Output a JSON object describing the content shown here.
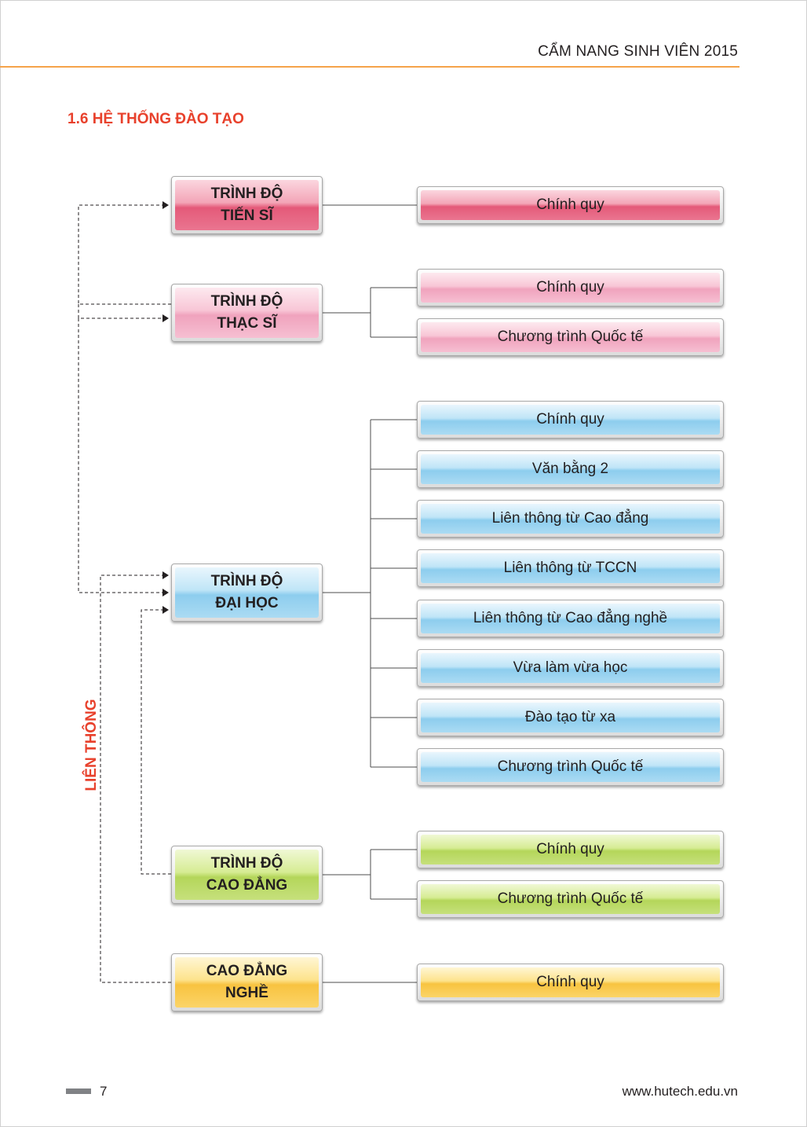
{
  "header": {
    "title": "CẨM NANG SINH VIÊN 2015"
  },
  "section": {
    "title": "1.6 HỆ THỐNG ĐÀO TẠO"
  },
  "side_label": "LIÊN THÔNG",
  "levels": {
    "tien_si": {
      "line1": "TRÌNH ĐỘ",
      "line2": "TIẾN SĨ"
    },
    "thac_si": {
      "line1": "TRÌNH ĐỘ",
      "line2": "THẠC SĨ"
    },
    "dai_hoc": {
      "line1": "TRÌNH ĐỘ",
      "line2": "ĐẠI HỌC"
    },
    "cao_dang": {
      "line1": "TRÌNH ĐỘ",
      "line2": "CAO ĐẲNG"
    },
    "cao_dang_nghe": {
      "line1": "CAO ĐẲNG",
      "line2": "NGHỀ"
    }
  },
  "programs": {
    "tien_si": [
      "Chính quy"
    ],
    "thac_si": [
      "Chính quy",
      "Chương trình Quốc tế"
    ],
    "dai_hoc": [
      "Chính quy",
      "Văn bằng 2",
      "Liên thông từ Cao đẳng",
      "Liên thông từ TCCN",
      "Liên thông từ Cao đẳng nghề",
      "Vừa làm vừa học",
      "Đào tạo từ xa",
      "Chương trình Quốc tế"
    ],
    "cao_dang": [
      "Chính quy",
      "Chương trình Quốc tế"
    ],
    "cao_dang_nghe": [
      "Chính quy"
    ]
  },
  "colors": {
    "accent_red": "#e8412c",
    "header_rule": "#f5a34a",
    "tien_si": "#e45a79",
    "thac_si": "#f0a3bd",
    "dai_hoc": "#8dcdee",
    "cao_dang": "#b4d65a",
    "cao_dang_nghe": "#f8c340"
  },
  "footer": {
    "page_number": "7",
    "website": "www.hutech.edu.vn"
  }
}
